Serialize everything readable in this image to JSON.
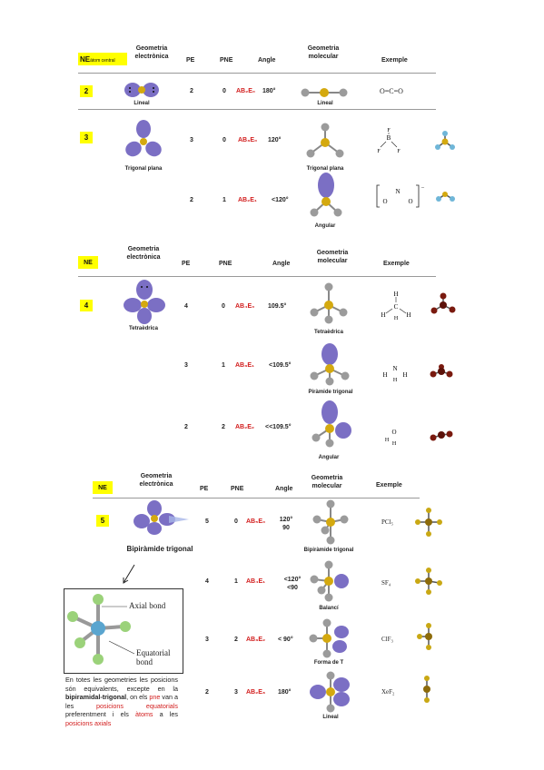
{
  "t1": {
    "h_ne": "NE",
    "h_ne_sub": "àtom central",
    "h_geo_el": "Geometria electrònica",
    "h_pe": "PE",
    "h_pne": "PNE",
    "h_angle": "Angle",
    "h_geo_mol": "Geometria molecular",
    "h_ex": "Exemple",
    "r1": {
      "ne": "2",
      "geo": "Lineal",
      "pe": "2",
      "pne": "0",
      "f": "AB₂E₀",
      "angle": "180°",
      "mol": "Lineal",
      "ex": "O=C=O"
    },
    "r2": {
      "ne": "3",
      "geo": "Trigonal plana",
      "pe": "3",
      "pne": "0",
      "f": "AB₃E₀",
      "angle": "120°",
      "mol": "Trigonal plana"
    },
    "r3": {
      "pe": "2",
      "pne": "1",
      "f": "AB₂E₁",
      "angle": "<120°",
      "mol": "Angular"
    }
  },
  "t2": {
    "h_ne": "NE",
    "h_geo_el": "Geometria electrònica",
    "h_pe": "PE",
    "h_pne": "PNE",
    "h_angle": "Angle",
    "h_geo_mol": "Geometria molecular",
    "h_ex": "Exemple",
    "r1": {
      "ne": "4",
      "geo": "Tetraèdrica",
      "pe": "4",
      "pne": "0",
      "f": "AB₄E₀",
      "angle": "109.5°",
      "mol": "Tetraèdrica"
    },
    "r2": {
      "pe": "3",
      "pne": "1",
      "f": "AB₃E₁",
      "angle": "<109.5°",
      "mol": "Piràmide trigonal"
    },
    "r3": {
      "pe": "2",
      "pne": "2",
      "f": "AB₂E₂",
      "angle": "<<109.5°",
      "mol": "Angular"
    }
  },
  "t3": {
    "h_ne": "NE",
    "h_geo_el": "Geometria electrònica",
    "h_pe": "PE",
    "h_pne": "PNE",
    "h_angle": "Angle",
    "h_geo_mol": "Geometria molecular",
    "h_ex": "Exemple",
    "r1": {
      "ne": "5",
      "geo": "Bipiràmide trigonal",
      "pe": "5",
      "pne": "0",
      "f": "AB₅E₀",
      "angle": "120° 90",
      "mol": "Bipiràmide trigonal",
      "ex": "PCl₅"
    },
    "r2": {
      "pe": "4",
      "pne": "1",
      "f": "AB₄E₁",
      "angle": "<120° <90",
      "mol": "Balancí",
      "ex": "SF₄"
    },
    "r3": {
      "pe": "3",
      "pne": "2",
      "f": "AB₃E₂",
      "angle": "< 90°",
      "mol": "Forma de T",
      "ex": "ClF₃"
    },
    "r4": {
      "pe": "2",
      "pne": "3",
      "f": "AB₂E₃",
      "angle": "180°",
      "mol": "Lineal",
      "ex": "XeF₂"
    }
  },
  "fig": {
    "axial": "Axial bond",
    "equatorial": "Equatorial bond"
  },
  "note": {
    "p1": "En totes les geometries les posicions són equivalents, excepte en la ",
    "p2": "bipiramidal-trigonal",
    "p3": ", on els ",
    "p4": "pne",
    "p5": " van a les ",
    "p6": "posicions equatorials",
    "p7": " preferentment i els ",
    "p8": "àtoms",
    "p9": " a les ",
    "p10": "posicions axials"
  },
  "colors": {
    "highlight": "#ffff00",
    "orbital": "#7b6fc4",
    "atom_central": "#d4a90f",
    "atom_b": "#9b9b9b",
    "formula": "#d21d1d"
  }
}
